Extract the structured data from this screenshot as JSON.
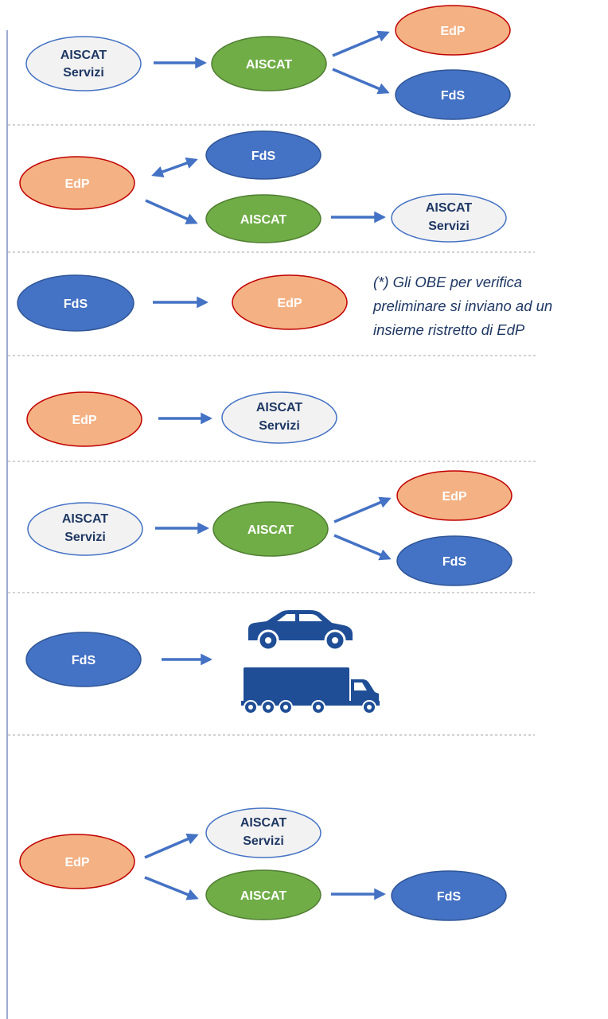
{
  "labels": {
    "aiscat": "AISCAT",
    "servizi": "Servizi",
    "edp": "EdP",
    "fds": "FdS"
  },
  "note": {
    "line1": "(*) Gli OBE per verifica",
    "line2": "preliminare si inviano ad un",
    "line3": "insieme ristretto di EdP"
  },
  "colors": {
    "edp_fill": "#f4b183",
    "edp_stroke": "#c00000",
    "fds_fill": "#4472c4",
    "fds_stroke": "#2f5597",
    "aiscat_fill": "#70ad47",
    "aiscat_stroke": "#507e32",
    "servizi_fill": "#f2f2f2",
    "servizi_stroke": "#4472c4",
    "arrow": "#4472c4",
    "vehicle": "#1f4e96"
  },
  "icons": [
    "car-icon",
    "truck-icon"
  ]
}
